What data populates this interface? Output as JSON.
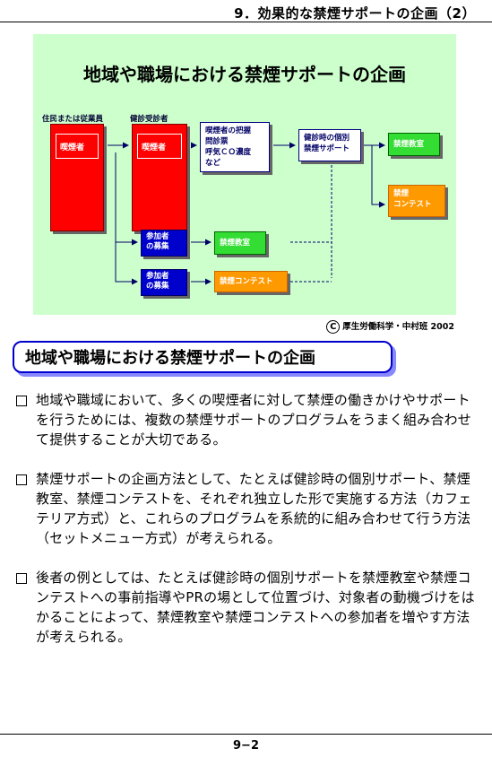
{
  "header": {
    "title": "9．効果的な禁煙サポートの企画（2）"
  },
  "figure": {
    "title": "地域や職場における禁煙サポートの企画",
    "label_residents": "住民または従業員",
    "label_checkup": "健診受診者",
    "box_smoker1": "喫煙者",
    "box_smoker2": "喫煙者",
    "box_grasp": [
      "喫煙者の把握",
      "問診票",
      "呼気ＣＯ濃度",
      "など"
    ],
    "box_individual": [
      "健診時の個別",
      "禁煙サポート"
    ],
    "box_class_top": "禁煙教室",
    "box_contest_right": [
      "禁煙",
      "コンテスト"
    ],
    "box_recruit1": [
      "参加者",
      "の募集"
    ],
    "box_class_mid": "禁煙教室",
    "box_recruit2": [
      "参加者",
      "の募集"
    ],
    "box_contest_bottom": "禁煙コンテスト",
    "credit_symbol": "C",
    "credit": "厚生労働科学・中村班 2002",
    "colors": {
      "background": "#ccffcc",
      "red": "#ff0000",
      "green": "#33dd33",
      "orange": "#ff9900",
      "blue": "#0000cc"
    }
  },
  "heading": "地域や職場における禁煙サポートの企画",
  "bullets": [
    "地域や職域において、多くの喫煙者に対して禁煙の働きかけやサポートを行うためには、複数の禁煙サポートのプログラムをうまく組み合わせて提供することが大切である。",
    "禁煙サポートの企画方法として、たとえば健診時の個別サポート、禁煙教室、禁煙コンテストを、それぞれ独立した形で実施する方法（カフェテリア方式）と、これらのプログラムを系統的に組み合わせて行う方法（セットメニュー方式）が考えられる。",
    "後者の例としては、たとえば健診時の個別サポートを禁煙教室や禁煙コンテストへの事前指導やPRの場として位置づけ、対象者の動機づけをはかることによって、禁煙教室や禁煙コンテストへの参加者を増やす方法が考えられる。"
  ],
  "footer": {
    "page": "9−2"
  }
}
